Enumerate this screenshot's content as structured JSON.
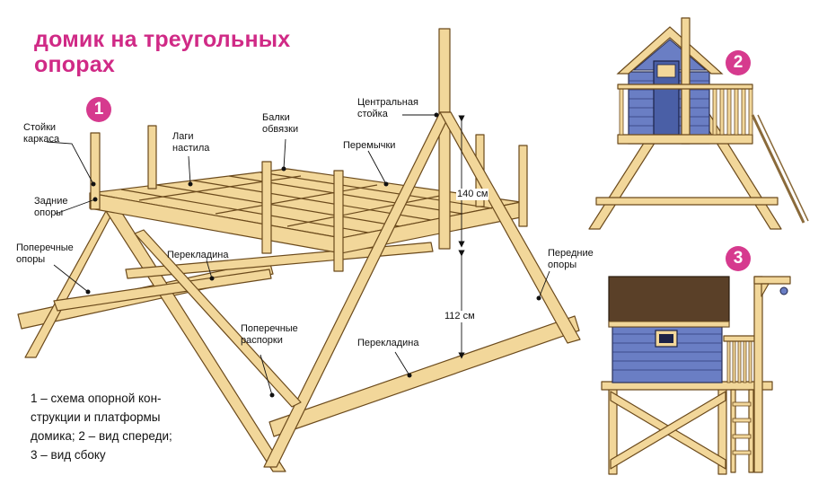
{
  "title": {
    "line1": "домик на треугольных",
    "line2": "опорах"
  },
  "badges": {
    "one": "1",
    "two": "2",
    "three": "3"
  },
  "labels": {
    "stoyki_karkasa": [
      "Стойки",
      "каркаса"
    ],
    "lagi_nastila": [
      "Лаги",
      "настила"
    ],
    "balki_obvyazki": [
      "Балки",
      "обвязки"
    ],
    "centralnaya_stoyka": [
      "Центральная",
      "стойка"
    ],
    "peremychki": "Перемычки",
    "zadnie_opory": [
      "Задние",
      "опоры"
    ],
    "poperechnye_opory": [
      "Поперечные",
      "опоры"
    ],
    "perekladina_top": "Перекладина",
    "perednie_opory": [
      "Передние",
      "опоры"
    ],
    "poperechnye_rasporki": [
      "Поперечные",
      "распорки"
    ],
    "perekladina_bottom": "Перекладина",
    "dim_140": "140 см",
    "dim_112": "112 см"
  },
  "caption": [
    "1 – схема опорной кон-",
    "струкции и платформы",
    "домика; 2 – вид спереди;",
    "3 – вид сбоку"
  ],
  "colors": {
    "title": "#d02a86",
    "badge": "#d63a8e",
    "wood": "#f2d79a",
    "wood_edge": "#6b4a1c",
    "house_blue": "#6a7ec4",
    "roof_brown": "#5a4028"
  }
}
